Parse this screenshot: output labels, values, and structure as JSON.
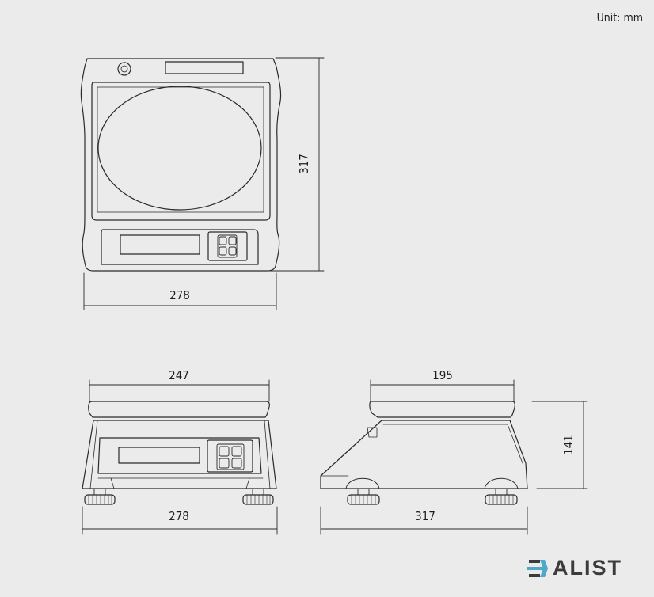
{
  "unit_label": "Unit: mm",
  "dimensions": {
    "top_view_width": "278",
    "top_view_depth": "317",
    "front_platter_width": "247",
    "front_base_width": "278",
    "side_platter_width": "195",
    "side_height": "141",
    "side_base_depth": "317"
  },
  "logo": {
    "text": "ALIST",
    "icon": "kalist-k-icon",
    "accent": "#4fa8c9"
  },
  "colors": {
    "background": "#ebebeb",
    "line": "#2a2a2a"
  }
}
